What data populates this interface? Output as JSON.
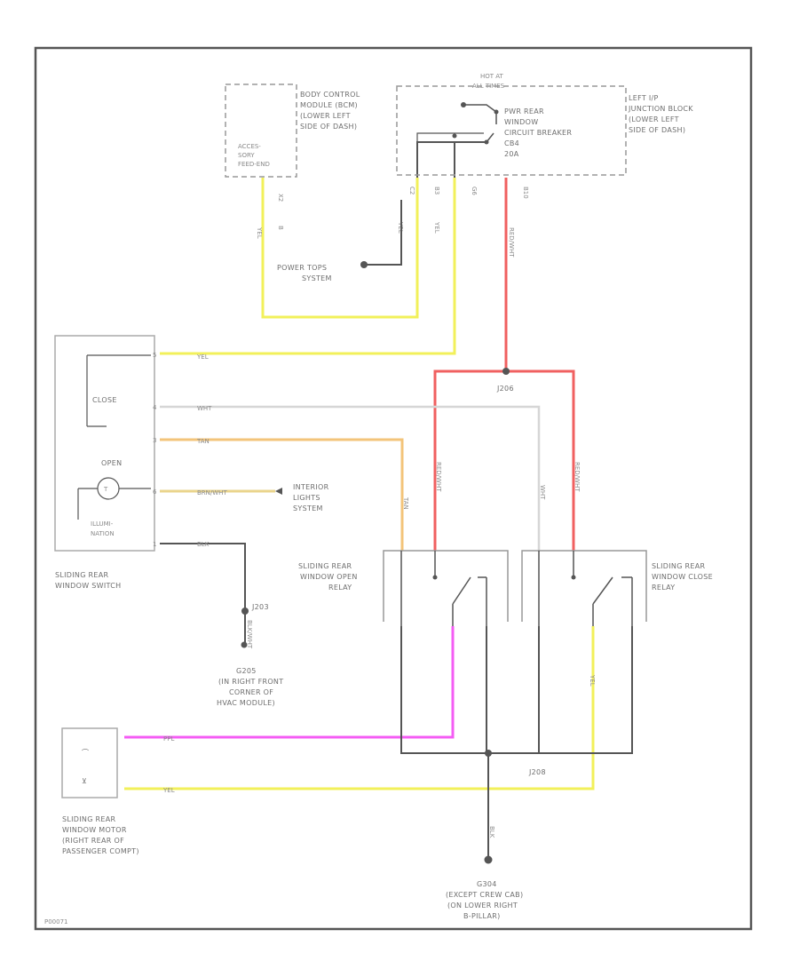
{
  "diagram": {
    "footer_code": "P00071",
    "colors": {
      "yellow": "#f2f05a",
      "red": "#f06060",
      "orange": "#f3c47a",
      "magenta": "#f45cf4",
      "white_wire": "#cfcfcf",
      "black": "#555555",
      "frame": "#555555",
      "label_text": "#6e6e6e"
    },
    "components": {
      "bcm": {
        "box_label": [
          "ACCES-",
          "SORY",
          "FEED-END"
        ],
        "side_label": [
          "BODY CONTROL",
          "MODULE (BCM)",
          "(LOWER LEFT",
          "SIDE OF DASH)"
        ],
        "pin_a": "X2",
        "pin_b": "B"
      },
      "junction_block": {
        "hot_label": [
          "HOT AT",
          "ALL TIMES"
        ],
        "breaker_label": [
          "PWR REAR",
          "WINDOW",
          "CIRCUIT BREAKER",
          "CB4",
          "20A"
        ],
        "side_label": [
          "LEFT I/P",
          "JUNCTION BLOCK",
          "(LOWER LEFT",
          "SIDE OF DASH)"
        ],
        "pins": [
          "C2",
          "B3",
          "G6",
          "B10"
        ]
      },
      "power_tops": [
        "POWER TOPS",
        "SYSTEM"
      ],
      "switch": {
        "label": [
          "SLIDING REAR",
          "WINDOW SWITCH"
        ],
        "close": "CLOSE",
        "open": "OPEN",
        "illum": [
          "ILLUMI-",
          "NATION"
        ],
        "pins": [
          "5",
          "4",
          "3",
          "6",
          "1"
        ]
      },
      "interior_lights": [
        "INTERIOR",
        "LIGHTS",
        "SYSTEM"
      ],
      "splice_j203": "J203",
      "ground_g205": [
        "G205",
        "(IN RIGHT FRONT",
        "CORNER OF",
        "HVAC MODULE)"
      ],
      "splice_j206": "J206",
      "splice_j208": "J208",
      "open_relay": [
        "SLIDING REAR",
        "WINDOW OPEN",
        "RELAY"
      ],
      "close_relay": [
        "SLIDING REAR",
        "WINDOW CLOSE",
        "RELAY"
      ],
      "motor": [
        "SLIDING REAR",
        "WINDOW MOTOR",
        "(RIGHT REAR OF",
        "PASSENGER COMPT)"
      ],
      "ground_g304": [
        "G304",
        "(EXCEPT CREW CAB)",
        "(ON LOWER RIGHT",
        "B-PILLAR)"
      ]
    },
    "wire_labels": {
      "yel": "YEL",
      "wht": "WHT",
      "tan": "TAN",
      "brn_wht": "BRN/WHT",
      "blk": "BLK",
      "red_wht": "RED/WHT",
      "ppl": "PPL",
      "blk_wht": "BLK/WHT"
    }
  }
}
